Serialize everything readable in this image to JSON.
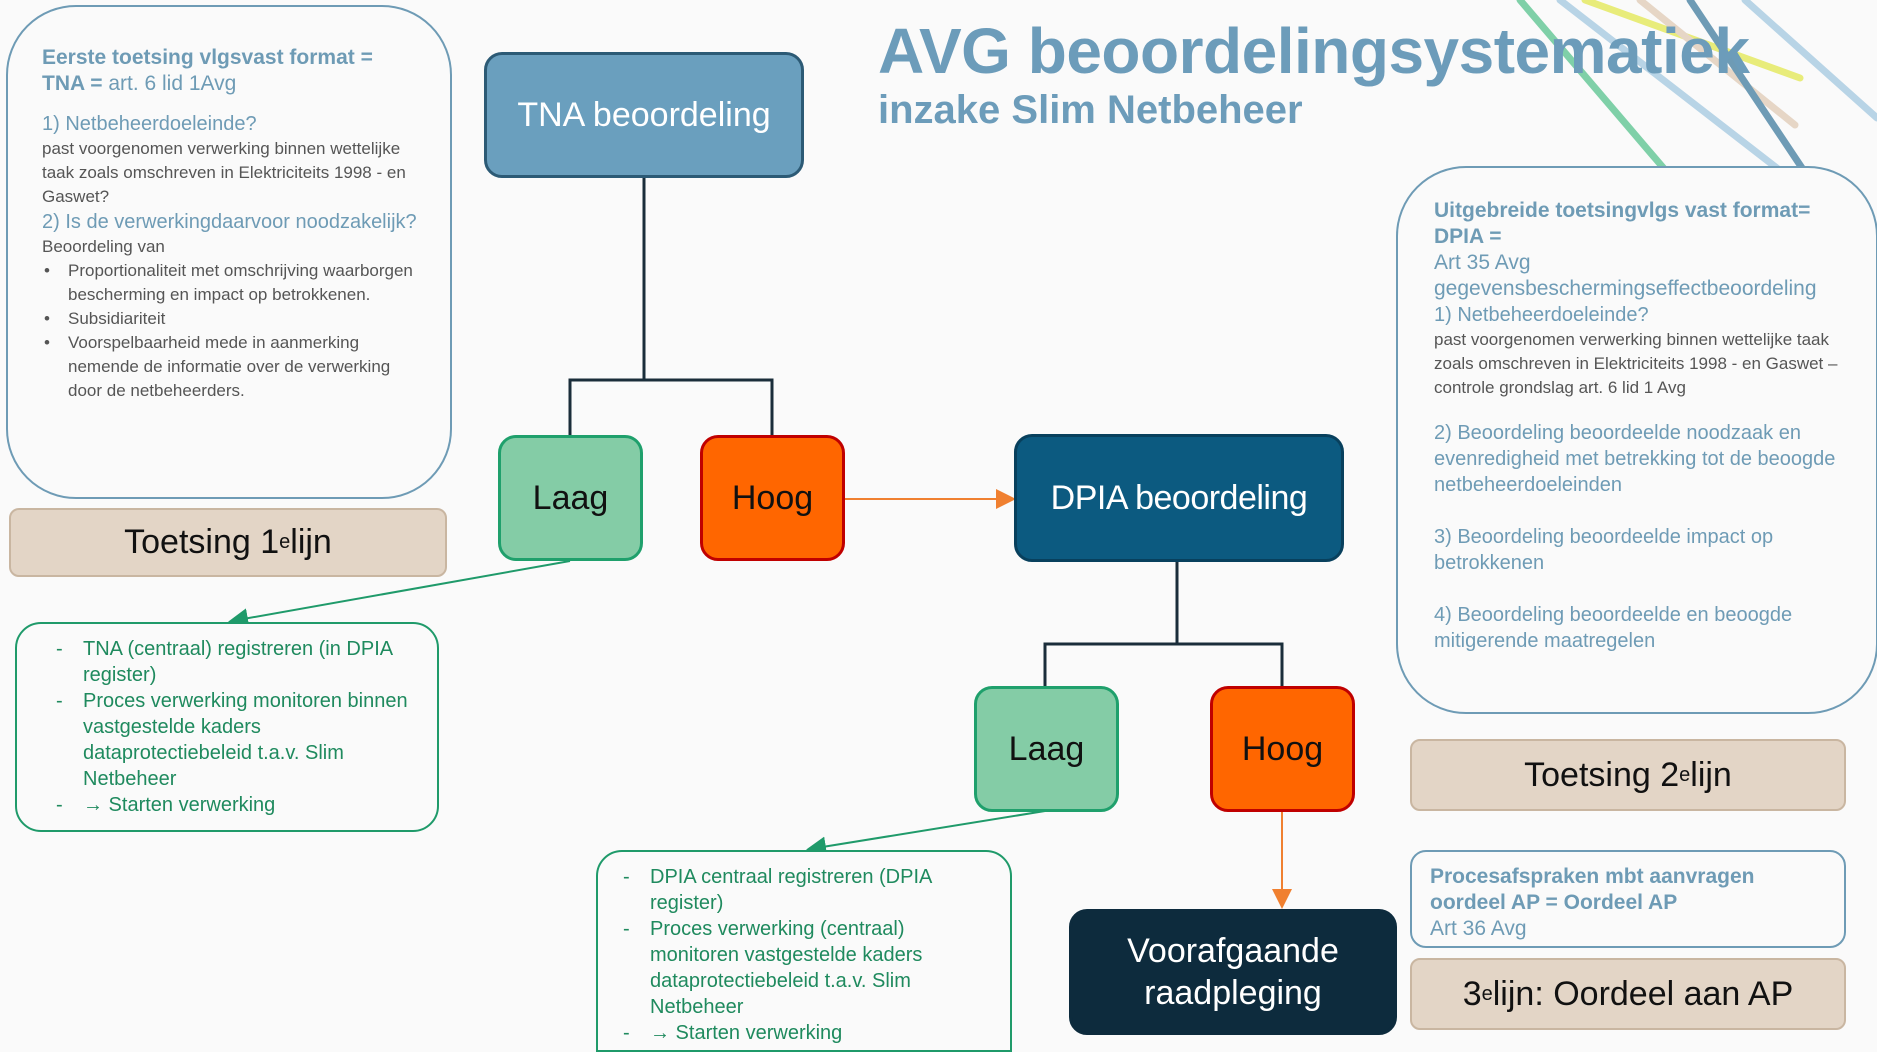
{
  "title": "AVG beoordelingsystematiek",
  "subtitle": "inzake Slim Netbeheer",
  "colors": {
    "accent_blue": "#6c9cba",
    "green": "#1f9a6a",
    "orange": "#ff6600",
    "dark_blue": "#0c5a80",
    "navy": "#0d2b3d",
    "tan": "#e3d5c6"
  },
  "left_box": {
    "heading_bold_1": "Eerste toetsing vlgsvast format =",
    "heading_bold_2": "TNA =",
    "heading_plain_2": " art. 6 lid 1Avg",
    "q1": "1) Netbeheerdoeleinde?",
    "q1_text": "past voorgenomen verwerking binnen wettelijke taak zoals omschreven in Elektriciteits  1998 - en Gaswet?",
    "q2": "2) Is de verwerkingdaarvoor noodzakelijk?",
    "q2_intro": "Beoordeling van",
    "bullets": [
      "Proportionaliteit met   omschrijving waarborgen bescherming en impact op betrokkenen.",
      "Subsidiariteit",
      "Voorspelbaarheid mede in aanmerking nemende de informatie over de verwerking door de netbeheerders."
    ]
  },
  "toetsing1": {
    "prefix": "Toetsing 1",
    "sup": "e",
    "suffix": " lijn"
  },
  "toetsing2": {
    "prefix": "Toetsing 2",
    "sup": "e",
    "suffix": " lijn"
  },
  "toetsing3": {
    "prefix": "3",
    "sup": "e",
    "suffix": " lijn: Oordeel aan AP"
  },
  "nodes": {
    "tna": "TNA beoordeling",
    "laag1": "Laag",
    "hoog1": "Hoog",
    "dpia": "DPIA beoordeling",
    "laag2": "Laag",
    "hoog2": "Hoog",
    "voor": "Voorafgaande raadpleging"
  },
  "green_box_1": [
    "TNA (centraal) registreren (in DPIA register)",
    "Proces verwerking monitoren binnen vastgestelde kaders dataprotectiebeleid t.a.v. Slim Netbeheer",
    "→ Starten verwerking"
  ],
  "green_box_2": [
    "DPIA centraal registreren (DPIA register)",
    "Proces verwerking (centraal) monitoren vastgestelde kaders dataprotectiebeleid t.a.v. Slim Netbeheer",
    "→ Starten verwerking"
  ],
  "right_box": {
    "heading_bold_1": "Uitgebreide toetsingvlgs vast format=",
    "heading_bold_2": "DPIA =",
    "line_3": "Art 35 Avg",
    "line_4": "gegevensbeschermingseffectbeoordeling",
    "q1": "1) Netbeheerdoeleinde?",
    "q1_text": "past voorgenomen verwerking binnen wettelijke taak zoals omschreven in Elektriciteits  1998 - en Gaswet – controle grondslag art. 6 lid 1    Avg",
    "q2": "2) Beoordeling beoordeelde noodzaak en evenredigheid met betrekking tot de beoogde netbeheerdoeleinden",
    "q3": "3) Beoordeling beoordeelde impact op betrokkenen",
    "q4": "4) Beoordeling beoordeelde en beoogde mitigerende maatregelen"
  },
  "ap_box": {
    "line_1": "Procesafspraken mbt aanvragen",
    "line_2": "oordeel AP = Oordeel AP",
    "line_3": "Art 36 Avg"
  }
}
